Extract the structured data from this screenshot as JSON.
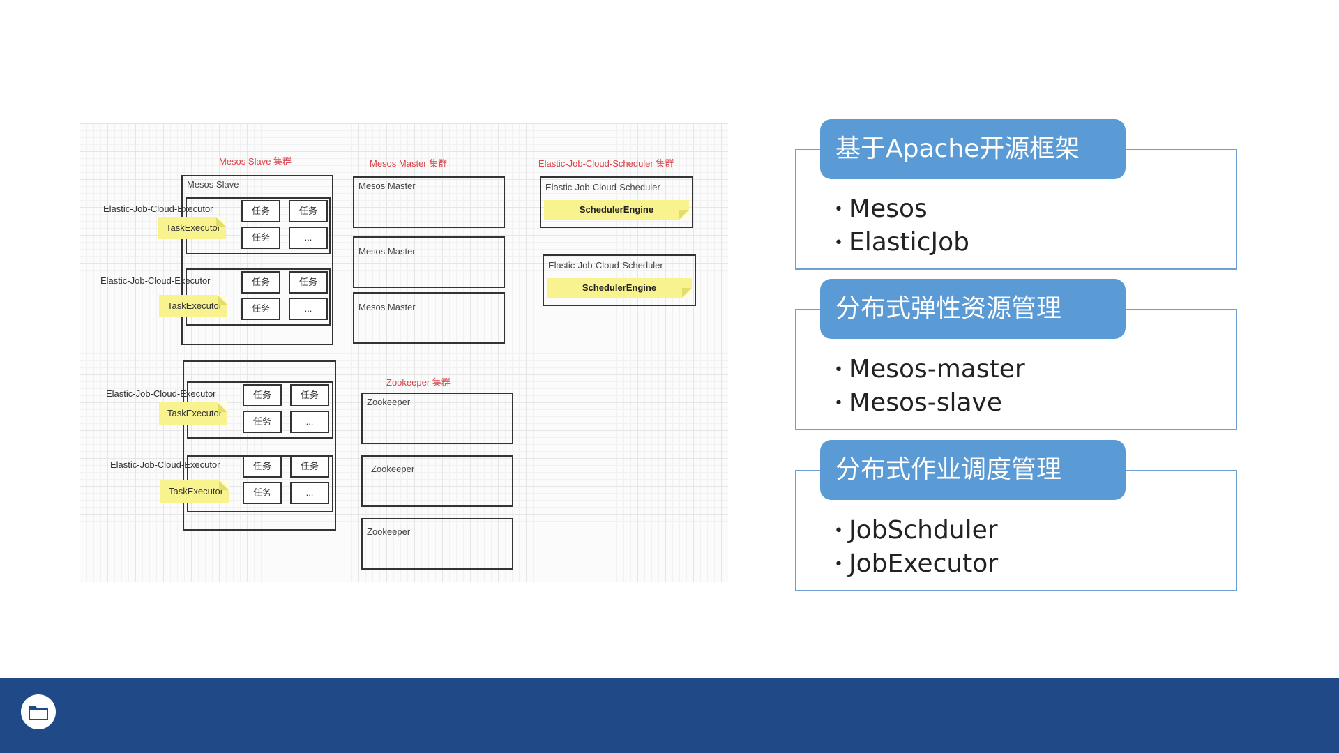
{
  "diagram": {
    "cluster_titles": {
      "slave": "Mesos Slave 集群",
      "master": "Mesos Master 集群",
      "scheduler": "Elastic-Job-Cloud-Scheduler 集群",
      "zookeeper": "Zookeeper 集群"
    },
    "slave_box_label": "Mesos Slave",
    "executor_label": "Elastic-Job-Cloud-Executor",
    "task_executor_label": "TaskExecutor",
    "task_label": "任务",
    "ellipsis_label": "...",
    "master_box_label": "Mesos Master",
    "scheduler_box_label": "Elastic-Job-Cloud-Scheduler",
    "scheduler_engine_label": "SchedulerEngine",
    "zookeeper_box_label": "Zookeeper"
  },
  "panels": [
    {
      "title": "基于Apache开源框架",
      "items": [
        "Mesos",
        "ElasticJob"
      ]
    },
    {
      "title": "分布式弹性资源管理",
      "items": [
        "Mesos-master",
        "Mesos-slave"
      ]
    },
    {
      "title": "分布式作业调度管理",
      "items": [
        "JobSchduler",
        "JobExecutor"
      ]
    }
  ],
  "bullet_char": "•",
  "footer": {
    "icon": "folder-icon",
    "color": "#1f4a87"
  },
  "colors": {
    "panel_header": "#5b9bd5",
    "panel_border": "#6ea0d2",
    "task_executor": "#f8f38e",
    "cluster_title": "#d9434a"
  }
}
